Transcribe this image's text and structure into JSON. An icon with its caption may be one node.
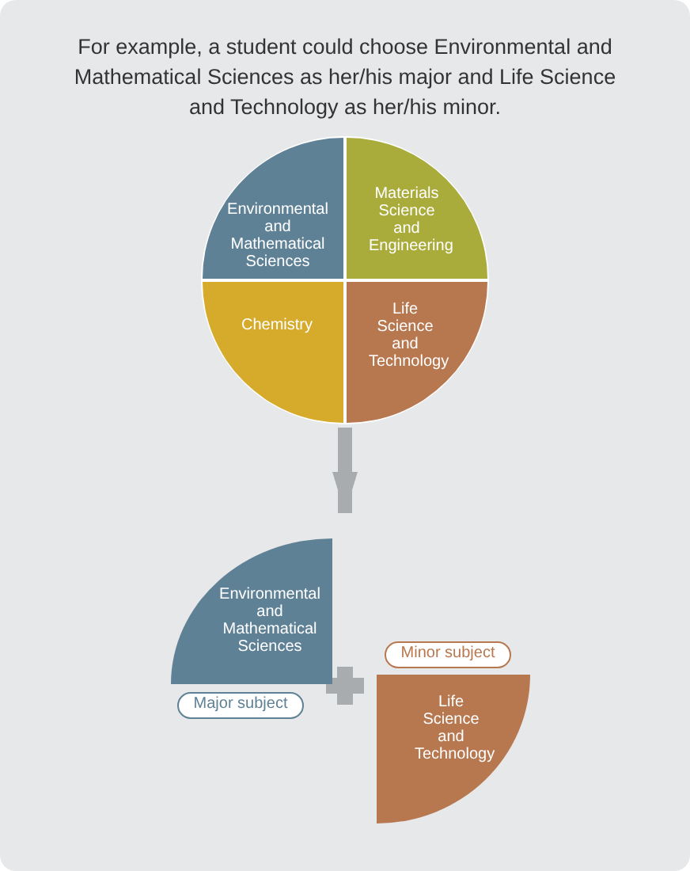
{
  "diagram": {
    "title": "For example, a student could choose Environmental and Mathematical Sciences as her/his major and Life Science and Technology as her/his minor.",
    "nodes": [
      {
        "text": [],
        "shape": "circle"
      },
      {
        "text": [
          "Environmental and Mathematical Sciences"
        ],
        "in": 0
      },
      {
        "text": [
          "Materials Science and Engineering"
        ],
        "in": 0
      },
      {
        "text": [
          "Chemistry"
        ],
        "in": 0
      },
      {
        "text": [
          "Life Science and Technology"
        ],
        "in": 0
      },
      {
        "text": [
          "Environmental and Mathematical Sciences"
        ]
      },
      {
        "text": [
          "Major subject"
        ]
      },
      {
        "text": [
          "Minor subject"
        ]
      },
      {
        "text": [
          "Life Science and Technology"
        ]
      }
    ],
    "edges": [
      {
        "from": 0,
        "to": 5,
        "arrow": "to"
      }
    ]
  }
}
